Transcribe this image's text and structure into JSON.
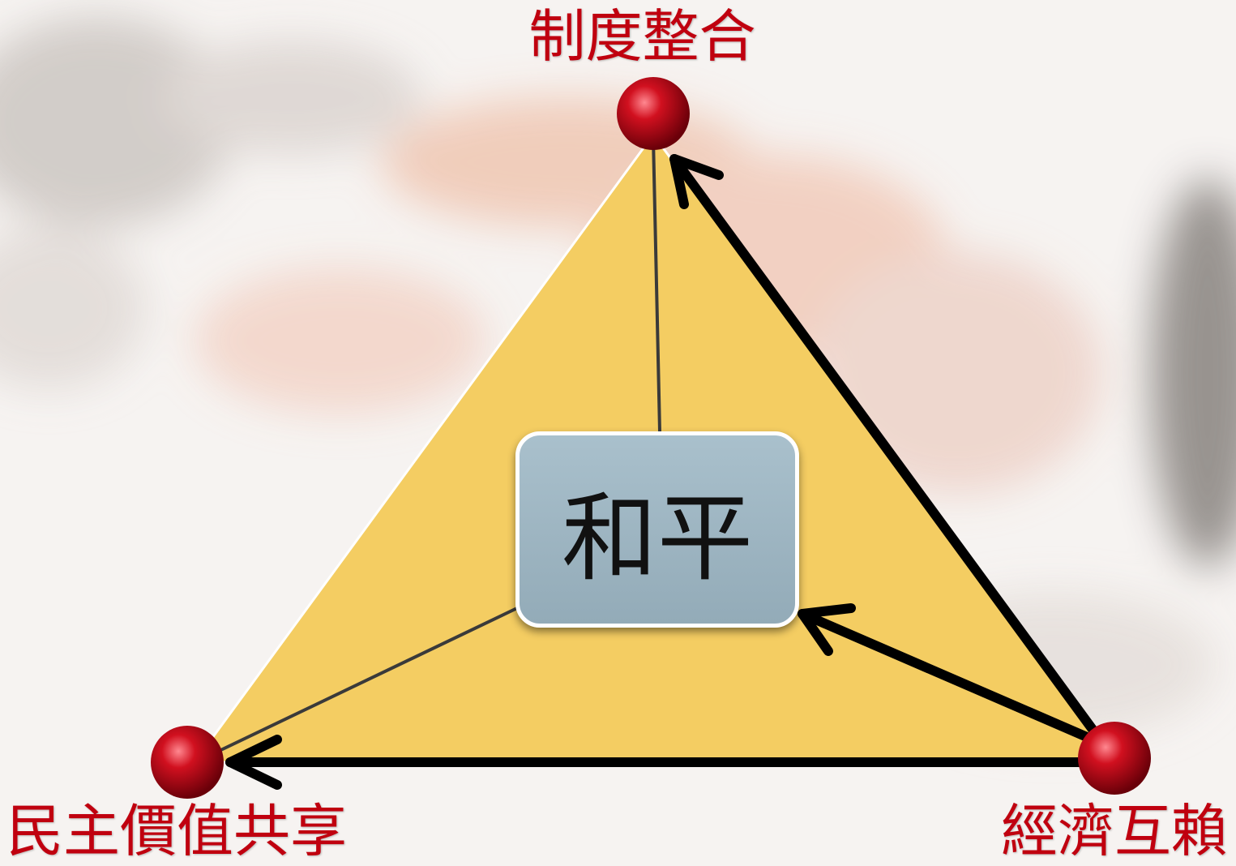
{
  "labels": {
    "top": "制度整合",
    "bottom_left": "民主價值共享",
    "bottom_right": "經濟互賴",
    "center": "和平"
  },
  "colors": {
    "triangle_fill": "#f4cd62",
    "node_red": "#c0061a",
    "label_red": "#c0000f",
    "arrow": "#000000",
    "center_box": "#a2b9c5"
  },
  "arrows": [
    {
      "from": "bottom_right",
      "to": "top"
    },
    {
      "from": "bottom_right",
      "to": "bottom_left"
    },
    {
      "from": "bottom_right",
      "to": "center"
    }
  ],
  "icons": [
    "red-sphere-node",
    "arrow-head"
  ]
}
